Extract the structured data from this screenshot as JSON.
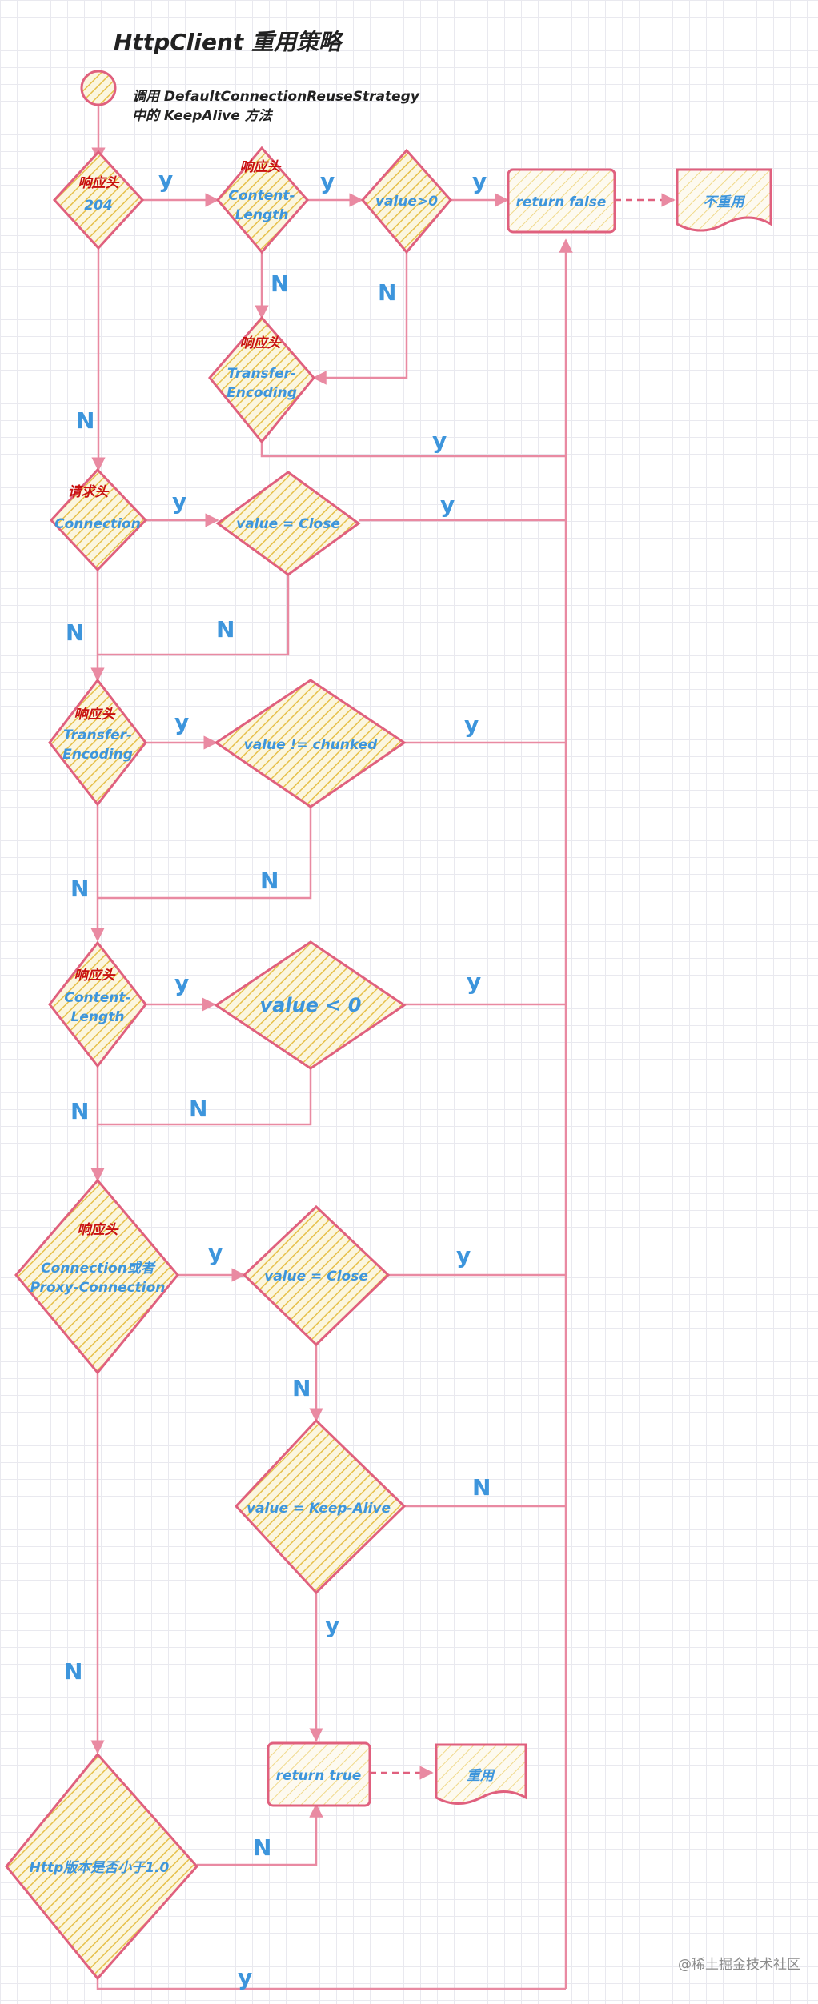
{
  "title": "HttpClient 重用策略",
  "start_note": [
    "调用 DefaultConnectionReuseStrategy",
    "中的 KeepAlive 方法"
  ],
  "header_response": "响应头",
  "header_request": "请求头",
  "nodes": {
    "n204": "204",
    "content_length_1": [
      "Content-",
      "Length"
    ],
    "value_gt_0": "value>0",
    "return_false": "return false",
    "no_reuse": "不重用",
    "transfer_encoding_1": [
      "Transfer-",
      "Encoding"
    ],
    "connection": "Connection",
    "value_close_1": "value = Close",
    "transfer_encoding_2": [
      "Transfer-",
      "Encoding"
    ],
    "value_not_chunked": "value != chunked",
    "content_length_2": [
      "Content-",
      "Length"
    ],
    "value_lt_0": "value < 0",
    "conn_or_proxy": [
      "Connection或者",
      "Proxy-Connection"
    ],
    "value_close_2": "value = Close",
    "value_keep_alive": "value = Keep-Alive",
    "return_true": "return true",
    "reuse": "重用",
    "http_version": "Http版本是否小于1.0"
  },
  "edge_labels": {
    "yes": "y",
    "no": "N"
  },
  "watermark": "@稀土掘金技术社区",
  "colors": {
    "stroke": "#e0607e",
    "hatch": "#e6c04a",
    "fill": "#fbf6df",
    "line": "#e98aa2",
    "red_text": "#c81010",
    "blue_text": "#3d95dc"
  }
}
